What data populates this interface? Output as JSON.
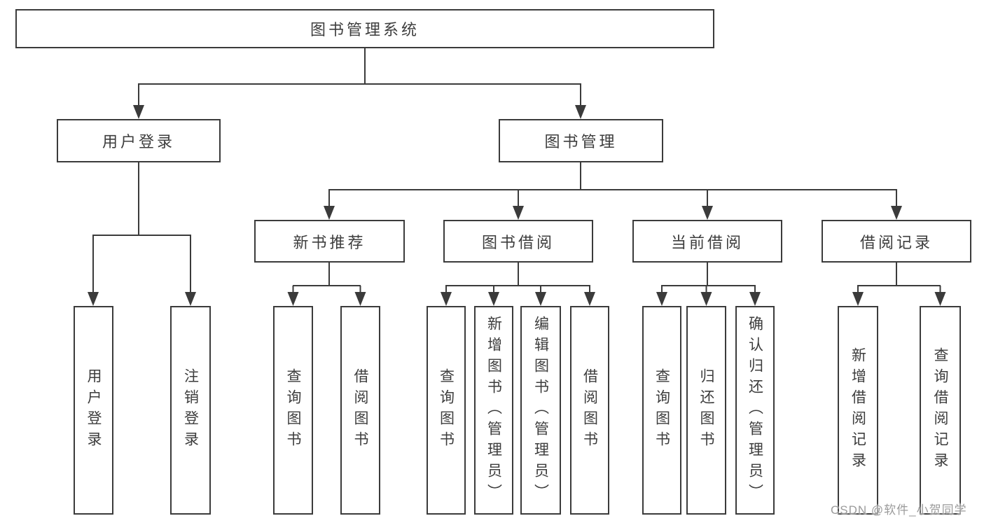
{
  "title": "图书管理系统",
  "watermark": "CSDN @软件_小贺同学",
  "colors": {
    "line": "#3b3b3b",
    "box_border": "#3b3b3b",
    "text": "#3d3d3d",
    "watermark": "#9b9b9b",
    "background": "#ffffff"
  },
  "diagram_type": "hierarchy-tree",
  "tree": {
    "label": "图书管理系统",
    "children": [
      {
        "label": "用户登录",
        "children": [
          {
            "label": "用户登录"
          },
          {
            "label": "注销登录"
          }
        ]
      },
      {
        "label": "图书管理",
        "children": [
          {
            "label": "新书推荐",
            "children": [
              {
                "label": "查询图书"
              },
              {
                "label": "借阅图书"
              }
            ]
          },
          {
            "label": "图书借阅",
            "children": [
              {
                "label": "查询图书"
              },
              {
                "label": "新增图书（管理员）"
              },
              {
                "label": "编辑图书（管理员）"
              },
              {
                "label": "借阅图书"
              }
            ]
          },
          {
            "label": "当前借阅",
            "children": [
              {
                "label": "查询图书"
              },
              {
                "label": "归还图书"
              },
              {
                "label": "确认归还（管理员）"
              }
            ]
          },
          {
            "label": "借阅记录",
            "children": [
              {
                "label": "新增借阅记录"
              },
              {
                "label": "查询借阅记录"
              }
            ]
          }
        ]
      }
    ]
  }
}
